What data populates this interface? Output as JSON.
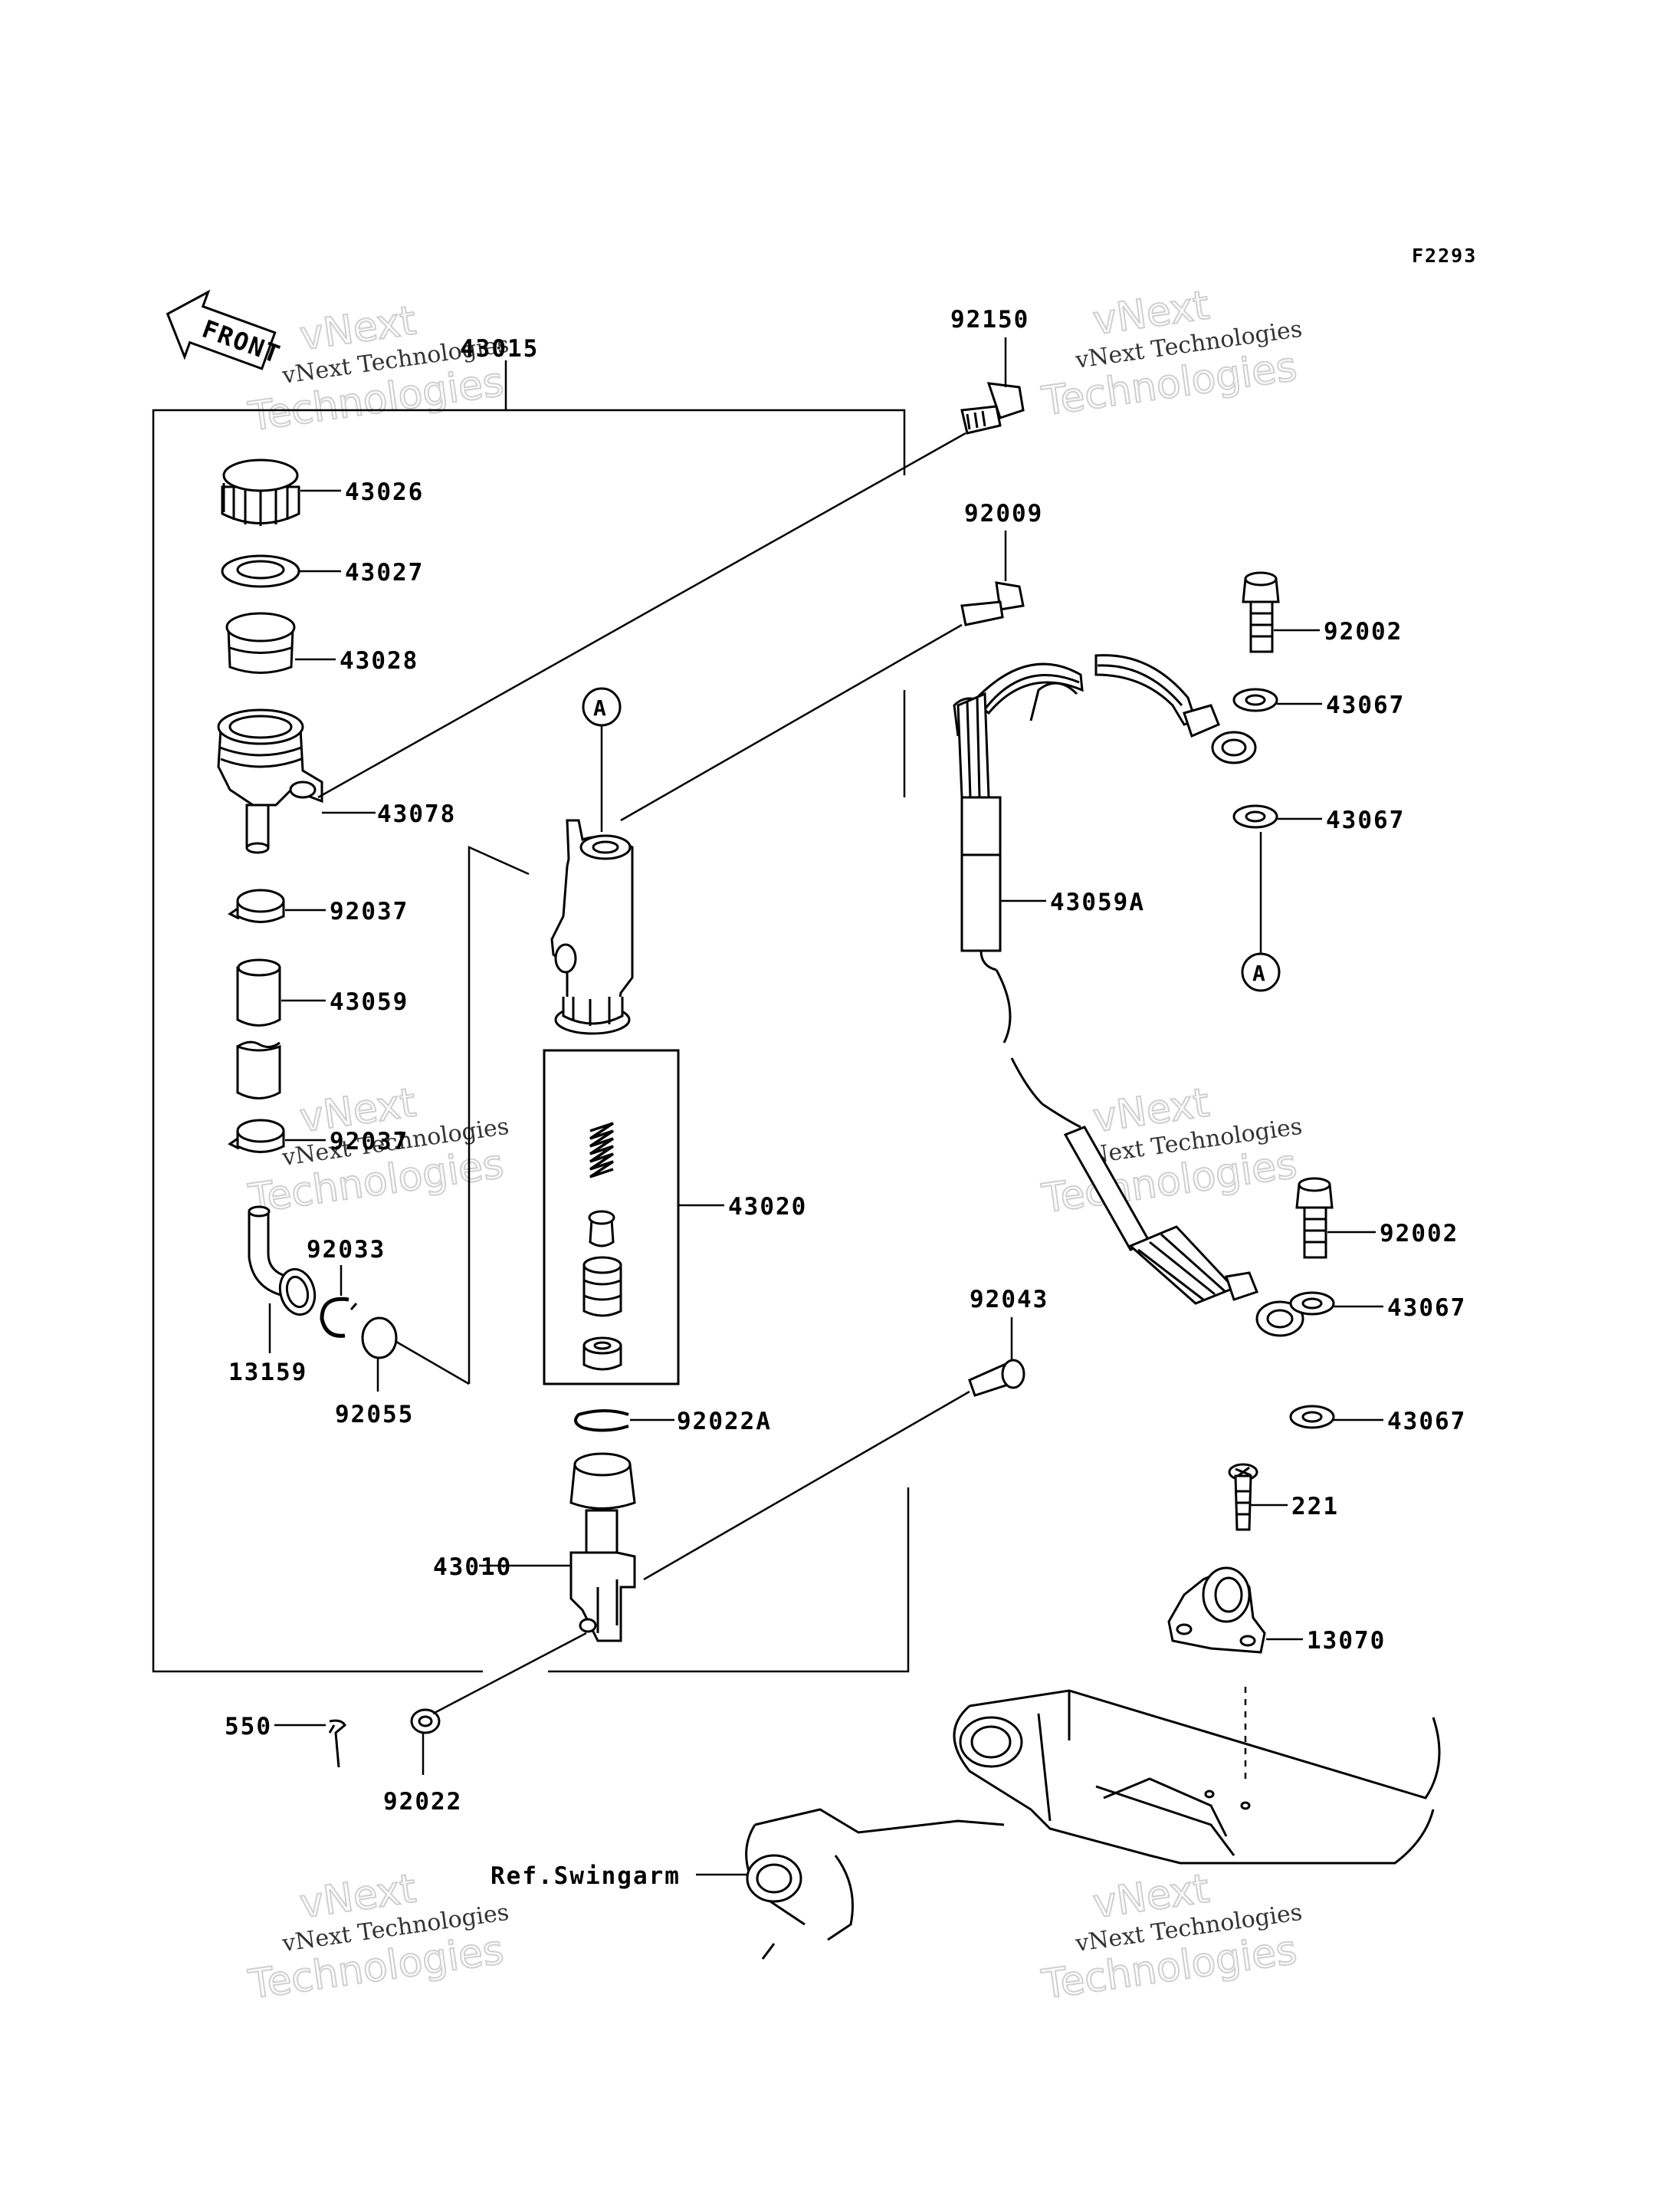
{
  "diagram": {
    "code": "F2293",
    "front_label": "FRONT",
    "callout": "A",
    "ref_label": "Ref.Swingarm",
    "watermark": {
      "line1": "vNext Technologies",
      "line2": "vNext",
      "line3": "Technologies"
    },
    "parts": {
      "p43015": "43015",
      "p43026": "43026",
      "p43027": "43027",
      "p43028": "43028",
      "p43078": "43078",
      "p92037a": "92037",
      "p43059": "43059",
      "p92037b": "92037",
      "p92033": "92033",
      "p13159": "13159",
      "p92055": "92055",
      "p43020": "43020",
      "p92022a": "92022A",
      "p43010": "43010",
      "p92022": "92022",
      "p550": "550",
      "p92150": "92150",
      "p92009": "92009",
      "p92002a": "92002",
      "p43067a": "43067",
      "p43067b": "43067",
      "p43059a": "43059A",
      "p92002b": "92002",
      "p43067c": "43067",
      "p43067d": "43067",
      "p92043": "92043",
      "p221": "221",
      "p13070": "13070"
    }
  }
}
